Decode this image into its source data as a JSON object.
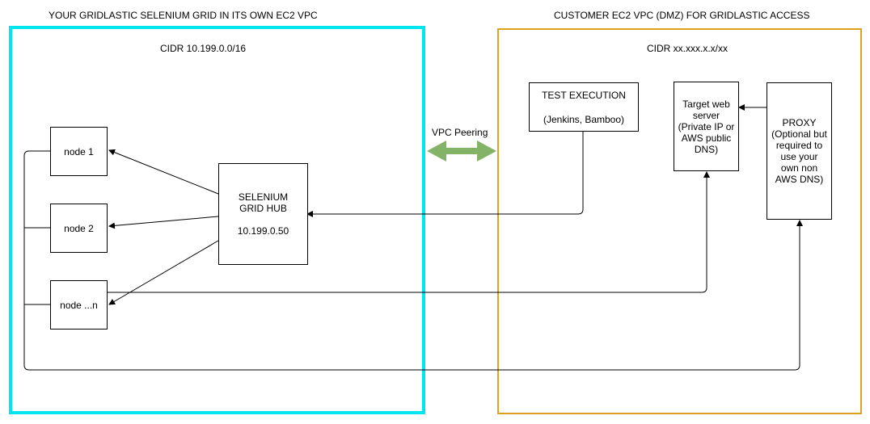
{
  "titles": {
    "left": "YOUR GRIDLASTIC SELENIUM GRID IN ITS OWN  EC2 VPC",
    "right": "CUSTOMER EC2 VPC (DMZ) FOR GRIDLASTIC ACCESS"
  },
  "cidr": {
    "left": "CIDR 10.199.0.0/16",
    "right": "CIDR xx.xxx.x.x/xx"
  },
  "peering_label": "VPC Peering",
  "nodes": {
    "node1": "node 1",
    "node2": "node 2",
    "noden": "node ...n"
  },
  "hub": {
    "line1": "SELENIUM",
    "line2": "GRID HUB",
    "ip": "10.199.0.50"
  },
  "test_execution": {
    "title": "TEST EXECUTION",
    "tools": "(Jenkins, Bamboo)"
  },
  "target": {
    "text": "Target web\nserver\n(Private IP or\nAWS public\nDNS)"
  },
  "proxy": {
    "text": "PROXY\n(Optional but\nrequired to\nuse your\nown non\nAWS DNS)"
  },
  "colors": {
    "left_vpc_border": "#00e5ee",
    "right_vpc_border": "#e0a020",
    "peering_arrow": "#82b366"
  }
}
